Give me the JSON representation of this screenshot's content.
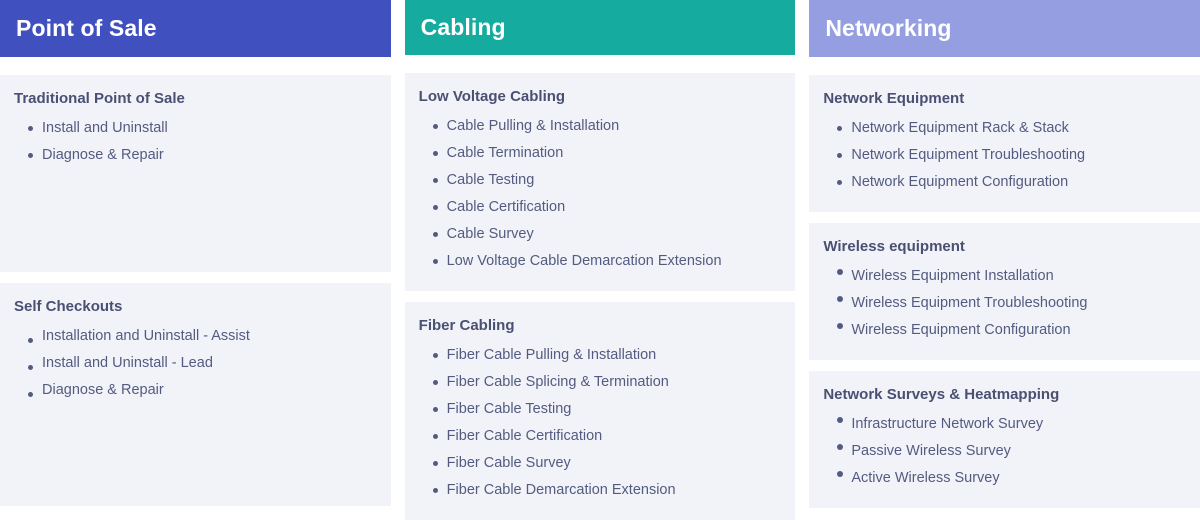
{
  "theme": {
    "page_background": "#ffffff",
    "card_background": "#f2f3f9",
    "heading_color": "#4a5072",
    "list_text_color": "#535b80"
  },
  "columns": [
    {
      "key": "point-of-sale",
      "header": "Point of Sale",
      "header_color": "#4050bf",
      "cards": [
        {
          "title": "Traditional Point of Sale",
          "bullet_style": "mid",
          "items": [
            "Install and Uninstall",
            "Diagnose & Repair"
          ]
        },
        {
          "title": "Self Checkouts",
          "bullet_style": "low",
          "items": [
            "Installation and Uninstall - Assist",
            "Install and Uninstall - Lead",
            "Diagnose & Repair"
          ]
        }
      ]
    },
    {
      "key": "cabling",
      "header": "Cabling",
      "header_color": "#16ab9f",
      "cards": [
        {
          "title": "Low Voltage Cabling",
          "bullet_style": "mid",
          "items": [
            "Cable Pulling & Installation",
            "Cable Termination",
            "Cable Testing",
            "Cable Certification",
            "Cable Survey",
            "Low Voltage Cable Demarcation Extension"
          ]
        },
        {
          "title": "Fiber Cabling",
          "bullet_style": "mid",
          "items": [
            "Fiber Cable Pulling & Installation",
            "Fiber Cable Splicing & Termination",
            "Fiber Cable Testing",
            "Fiber Cable Certification",
            "Fiber Cable Survey",
            "Fiber Cable Demarcation Extension"
          ]
        }
      ]
    },
    {
      "key": "networking",
      "header": "Networking",
      "header_color": "#959ee0",
      "cards": [
        {
          "title": "Network Equipment",
          "bullet_style": "mid",
          "items": [
            "Network Equipment Rack & Stack",
            "Network Equipment Troubleshooting",
            "Network Equipment Configuration"
          ]
        },
        {
          "title": "Wireless equipment",
          "bullet_style": "high",
          "items": [
            "Wireless Equipment Installation",
            "Wireless Equipment Troubleshooting",
            "Wireless Equipment Configuration"
          ]
        },
        {
          "title": "Network Surveys & Heatmapping",
          "bullet_style": "high",
          "items": [
            "Infrastructure Network Survey",
            "Passive Wireless Survey",
            "Active Wireless Survey"
          ]
        }
      ]
    }
  ]
}
